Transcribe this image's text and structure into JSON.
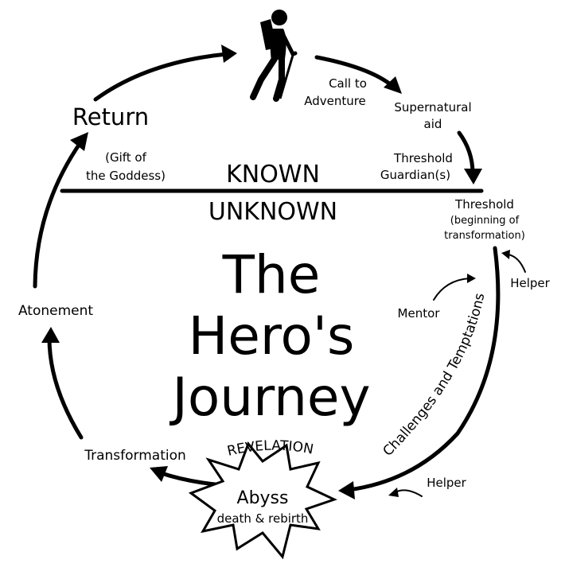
{
  "diagram": {
    "title_lines": [
      "The",
      "Hero's",
      "Journey"
    ],
    "known": "KNOWN",
    "unknown": "UNKNOWN",
    "stages": {
      "call_line1": "Call to",
      "call_line2": "Adventure",
      "supernatural_line1": "Supernatural",
      "supernatural_line2": "aid",
      "guardian_line1": "Threshold",
      "guardian_line2": "Guardian(s)",
      "threshold": "Threshold",
      "threshold_sub1": "(beginning of",
      "threshold_sub2": "transformation)",
      "helper_top": "Helper",
      "mentor": "Mentor",
      "challenges": "Challenges and Temptations",
      "helper_bottom": "Helper",
      "revelation": "REVELATION",
      "abyss": "Abyss",
      "abyss_sub": "death & rebirth",
      "transformation": "Transformation",
      "atonement": "Atonement",
      "return": "Return",
      "gift_line1": "(Gift of",
      "gift_line2": "the Goddess)"
    },
    "icons": {
      "hiker": "hiker-icon",
      "abyss": "starburst-icon"
    }
  }
}
